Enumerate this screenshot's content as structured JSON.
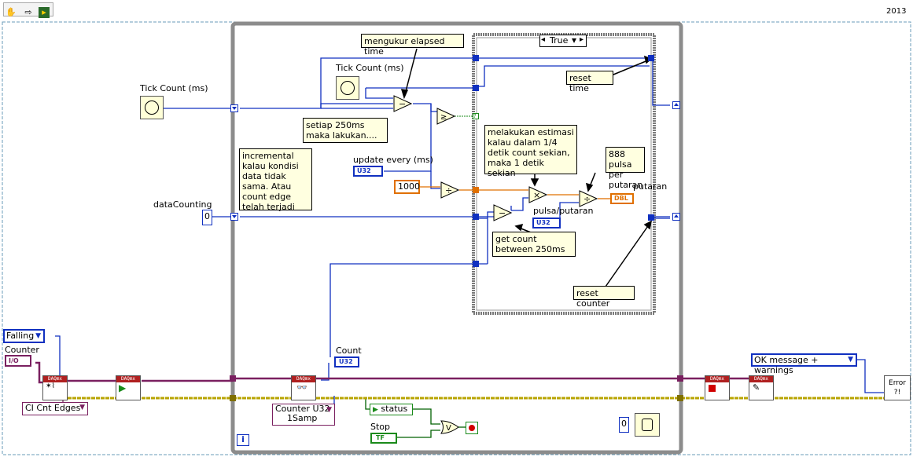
{
  "version": "2013",
  "case_selector": "True",
  "case_arrows": {
    "dec": "◂",
    "menu": "▾"
  },
  "labels": {
    "tick_count_outer": "Tick Count (ms)",
    "tick_count_inner": "Tick Count (ms)",
    "data_counting": "dataCounting",
    "update_every": "update every (ms)",
    "counter": "Counter",
    "count": "Count",
    "putaran": "putaran",
    "pulsa_putaran": "pulsa/putaran",
    "stop": "Stop",
    "status": "status"
  },
  "notes": {
    "elapsed": "mengukur elapsed time",
    "setiap": "setiap 250ms maka lakukan....",
    "incremental": "incremental kalau kondisi data tidak sama. Atau count edge telah terjadi",
    "estimasi": "melakukan estimasi kalau dalam 1/4 detik count sekian, maka 1 detik sekian",
    "pulsa888": "888 pulsa per putaran",
    "reset_time": "reset time",
    "get_count": "get count between 250ms",
    "reset_counter": "reset counter"
  },
  "constants": {
    "ms_1000": "1000",
    "zero_outer": "0",
    "zero_wait": "0",
    "falling": "Falling",
    "ci_cnt_edges": "CI Cnt Edges",
    "counter_u32": "Counter U32",
    "one_samp": "1Samp",
    "ok_message": "OK message + warnings",
    "u32": "U32",
    "dbl": "DBL",
    "io": "I/O",
    "tf": "TF"
  },
  "icons": {
    "operate": "hand-icon",
    "run": "arrow-icon",
    "toolbar3": "highlight-icon",
    "loop_info": "i"
  },
  "colors": {
    "loop_border": "#8c8c8c",
    "int_wire": "#1030c0",
    "dbl_wire": "#e07000",
    "task_wire": "#7a2060",
    "error_wire": "#c8b400",
    "bool_wire": "#006000"
  }
}
